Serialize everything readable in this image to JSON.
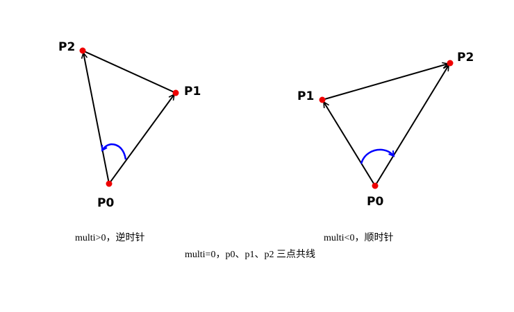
{
  "left_triangle": {
    "p0": "P0",
    "p1": "P1",
    "p2": "P2",
    "caption": "multi>0，逆时针"
  },
  "right_triangle": {
    "p0": "P0",
    "p1": "P1",
    "p2": "P2",
    "caption": "multi<0，顺时针"
  },
  "bottom_caption": "multi=0，p0、p1、p2 三点共线",
  "colors": {
    "point": "#ee0000",
    "line": "#000000",
    "rotation_arrow": "#0000ff"
  }
}
